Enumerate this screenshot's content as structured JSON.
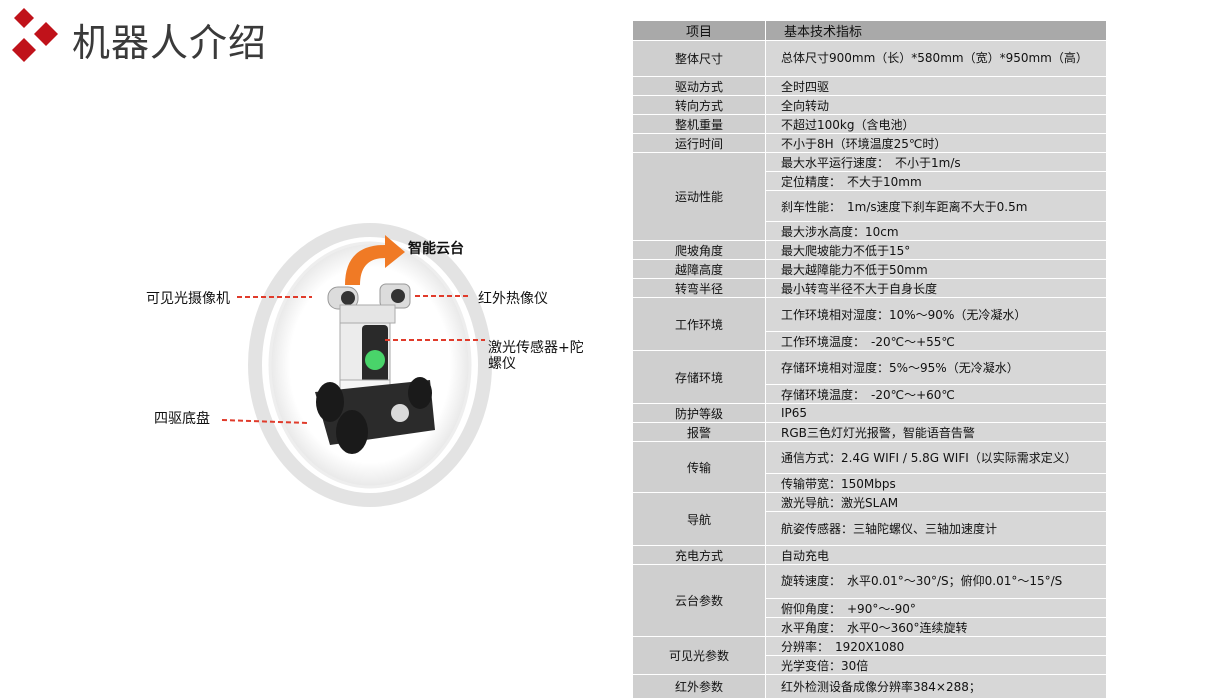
{
  "header": {
    "title": "机器人介绍"
  },
  "robot": {
    "labels": {
      "gimbal": "智能云台",
      "visible_camera": "可见光摄像机",
      "infrared": "红外热像仪",
      "laser_sensor": "激光传感器+陀螺仪",
      "chassis": "四驱底盘"
    }
  },
  "table": {
    "header": {
      "item": "项目",
      "spec": "基本技术指标"
    },
    "rows": [
      {
        "item": "整体尺寸",
        "values": [
          "总体尺寸900mm（长）*580mm（宽）*950mm（高）"
        ]
      },
      {
        "item": "驱动方式",
        "values": [
          "全时四驱"
        ]
      },
      {
        "item": "转向方式",
        "values": [
          "全向转动"
        ]
      },
      {
        "item": "整机重量",
        "values": [
          "不超过100kg（含电池）"
        ]
      },
      {
        "item": "运行时间",
        "values": [
          "不小于8H（环境温度25℃时）"
        ]
      },
      {
        "item": "运动性能",
        "values": [
          "最大水平运行速度：　不小于1m/s",
          "定位精度：　不大于10mm",
          "刹车性能：　1m/s速度下刹车距离不大于0.5m",
          "最大涉水高度：10cm"
        ]
      },
      {
        "item": "爬坡角度",
        "values": [
          "最大爬坡能力不低于15°"
        ]
      },
      {
        "item": "越障高度",
        "values": [
          "最大越障能力不低于50mm"
        ]
      },
      {
        "item": "转弯半径",
        "values": [
          "最小转弯半径不大于自身长度"
        ]
      },
      {
        "item": "工作环境",
        "values": [
          "工作环境相对湿度：10%～90%（无冷凝水）",
          "工作环境温度：　-20℃～+55℃"
        ]
      },
      {
        "item": "存储环境",
        "values": [
          "存储环境相对湿度：5%～95%（无冷凝水）",
          "存储环境温度：　-20℃～+60℃"
        ]
      },
      {
        "item": "防护等级",
        "values": [
          "IP65"
        ]
      },
      {
        "item": "报警",
        "values": [
          "RGB三色灯灯光报警，智能语音告警"
        ]
      },
      {
        "item": "传输",
        "values": [
          "通信方式：2.4G WIFI / 5.8G WIFI（以实际需求定义）",
          "传输带宽：150Mbps"
        ]
      },
      {
        "item": "导航",
        "values": [
          "激光导航：激光SLAM",
          "航姿传感器：三轴陀螺仪、三轴加速度计"
        ]
      },
      {
        "item": "充电方式",
        "values": [
          "自动充电"
        ]
      },
      {
        "item": "云台参数",
        "values": [
          "旋转速度：　水平0.01°～30°/S；俯仰0.01°～15°/S",
          "俯仰角度：　+90°～-90°",
          "水平角度：　水平0～360°连续旋转"
        ]
      },
      {
        "item": "可见光参数",
        "values": [
          "分辨率：　1920X1080",
          "光学变倍：30倍"
        ]
      },
      {
        "item": "红外参数",
        "values": [
          "红外检测设备成像分辨率384×288；"
        ]
      }
    ]
  }
}
